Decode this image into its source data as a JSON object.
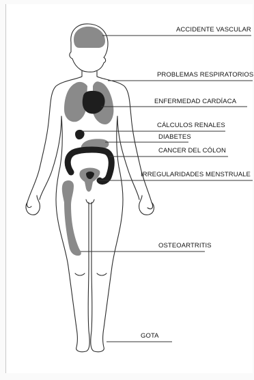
{
  "labels": {
    "stroke": "ACCIDENTE VASCULAR",
    "respiratory": "PROBLEMAS RESPIRATORIOS",
    "heart": "ENFERMEDAD CARDÍACA",
    "kidney": "CÁLCULOS RENALES",
    "diabetes": "DIABETES",
    "colon": "CANCER DEL CÓLON",
    "menstrual": "IRREGULARIDADES MENSTRUALE",
    "osteo": "OSTEOARTRITIS",
    "gout": "GOTA"
  },
  "colors": {
    "organ_light": "#8a8a8a",
    "organ_dark": "#1e1e1e",
    "outline": "#2a2a2a",
    "leader": "#333333"
  }
}
